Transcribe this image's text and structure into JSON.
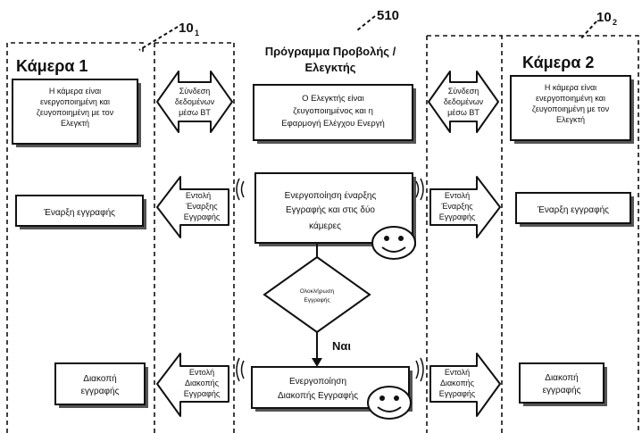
{
  "refs": {
    "camera1": "10",
    "camera1_sub": "1",
    "program": "510",
    "camera2": "10",
    "camera2_sub": "2"
  },
  "camera1": {
    "title": "Κάμερα 1",
    "status": [
      "Η κάμερα είναι",
      "ενεργοποιημένη και",
      "ζευγοποιημένη με τον",
      "Ελεγκτή"
    ],
    "start": "Έναρξη εγγραφής",
    "stop": [
      "Διακοπή",
      "εγγραφής"
    ]
  },
  "camera2": {
    "title": "Κάμερα 2",
    "status": [
      "Η κάμερα είναι",
      "ενεργοποιημένη και",
      "ζευγοποιημένη με τον",
      "Ελεγκτή"
    ],
    "start": "Έναρξη εγγραφής",
    "stop": [
      "Διακοπή",
      "εγγραφής"
    ]
  },
  "program": {
    "title": [
      "Πρόγραμμα Προβολής /",
      "Ελεγκτής"
    ],
    "paired": [
      "Ο Ελεγκτής είναι",
      "ζευγοποιημένος και η",
      "Εφαρμογή Ελέγχου Ενεργή"
    ],
    "start": [
      "Ενεργοποίηση έναρξης",
      "Εγγραφής και στις δύο",
      "κάμερες"
    ],
    "decision": [
      "Ολοκλήρωση",
      "Εγγραφής"
    ],
    "yes": "Ναι",
    "stop": [
      "Ενεργοποίηση",
      "Διακοπής Εγγραφής"
    ]
  },
  "links": {
    "left": {
      "connect": [
        "Σύνδεση",
        "δεδομένων",
        "μέσω BT"
      ],
      "start_cmd": [
        "Εντολή",
        "Έναρξης",
        "Εγγραφής"
      ],
      "stop_cmd": [
        "Εντολή",
        "Διακοπής",
        "Εγγραφής"
      ]
    },
    "right": {
      "connect": [
        "Σύνδεση",
        "δεδομένων",
        "μέσω BT"
      ],
      "start_cmd": [
        "Εντολή",
        "Έναρξης",
        "Εγγραφής"
      ],
      "stop_cmd": [
        "Εντολή",
        "Διακοπής",
        "Εγγραφής"
      ]
    }
  }
}
